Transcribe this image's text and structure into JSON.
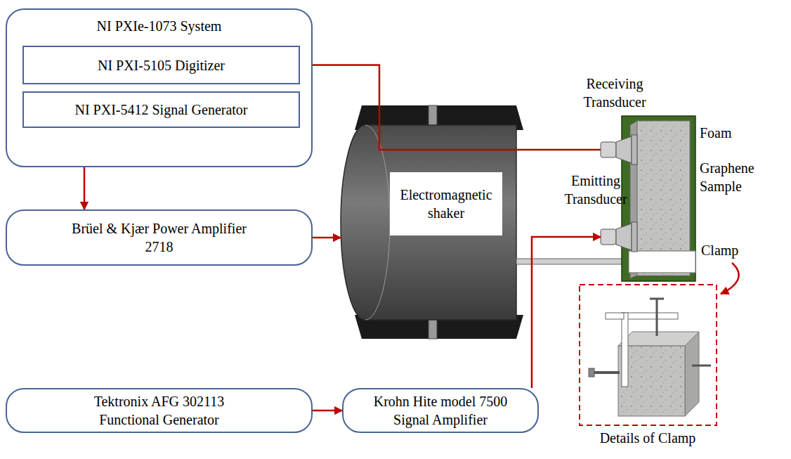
{
  "diagram": {
    "nodes": [
      {
        "text": [
          "NI PXIe-1073 System"
        ]
      },
      {
        "text": [
          "NI PXI-5105 Digitizer"
        ],
        "in": 0
      },
      {
        "text": [
          "NI PXI-5412 Signal Generator"
        ],
        "in": 0
      },
      {
        "text": [
          "Brüel & Kjær Power Amplifier 2718"
        ]
      },
      {
        "text": [
          "Electromagnetic shaker"
        ]
      },
      {
        "text": [
          "Tektronix AFG 302113 Functional Generator"
        ]
      },
      {
        "text": [
          "Krohn Hite model 7500 Signal Amplifier"
        ]
      },
      {
        "text": [
          "Receiving Transducer"
        ]
      },
      {
        "text": [
          "Emitting Transducer"
        ]
      }
    ],
    "edges": [
      {
        "from": 7,
        "to": 1,
        "arrow": "to"
      },
      {
        "from": 0,
        "to": 3,
        "arrow": "to"
      },
      {
        "from": 3,
        "to": 4,
        "arrow": "to"
      },
      {
        "from": 5,
        "to": 6,
        "arrow": "to"
      },
      {
        "from": 6,
        "to": 8,
        "arrow": "to"
      }
    ],
    "labels": [
      "Foam",
      "Graphene Sample",
      "Clamp",
      "Details of Clamp"
    ]
  }
}
